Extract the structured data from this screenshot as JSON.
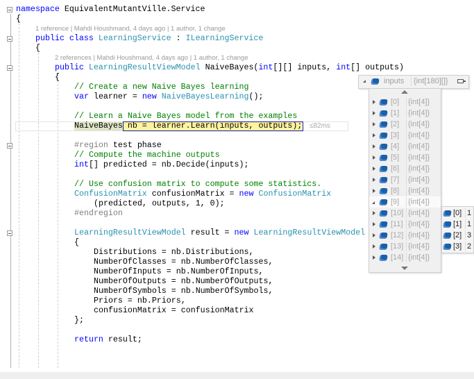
{
  "editor": {
    "lines": [
      {
        "kind": "code",
        "indent": 0,
        "fold": true,
        "tokens": [
          {
            "t": "namespace",
            "c": "kw"
          },
          {
            "t": " EquivalentMutantVille.Service"
          }
        ]
      },
      {
        "kind": "code",
        "indent": 0,
        "tokens": [
          {
            "t": "{"
          }
        ]
      },
      {
        "kind": "lens",
        "indent": 1,
        "text": "1 reference | Mahdi Houshmand, 4 days ago | 1 author, 1 change"
      },
      {
        "kind": "code",
        "indent": 1,
        "fold": true,
        "tokens": [
          {
            "t": "public",
            "c": "kw"
          },
          {
            "t": " "
          },
          {
            "t": "class",
            "c": "kw"
          },
          {
            "t": " "
          },
          {
            "t": "LearningService",
            "c": "ty"
          },
          {
            "t": " : "
          },
          {
            "t": "ILearningService",
            "c": "ty"
          }
        ]
      },
      {
        "kind": "code",
        "indent": 1,
        "tokens": [
          {
            "t": "{"
          }
        ]
      },
      {
        "kind": "lens",
        "indent": 2,
        "text": "2 references | Mahdi Houshmand, 4 days ago | 1 author, 1 change"
      },
      {
        "kind": "code",
        "indent": 2,
        "fold": true,
        "tokens": [
          {
            "t": "public",
            "c": "kw"
          },
          {
            "t": " "
          },
          {
            "t": "LearningResultViewModel",
            "c": "ty"
          },
          {
            "t": " NaiveBayes("
          },
          {
            "t": "int",
            "c": "kw"
          },
          {
            "t": "[][] inputs, "
          },
          {
            "t": "int",
            "c": "kw"
          },
          {
            "t": "[] outputs)"
          }
        ]
      },
      {
        "kind": "code",
        "indent": 2,
        "tokens": [
          {
            "t": "{"
          }
        ]
      },
      {
        "kind": "code",
        "indent": 3,
        "tokens": [
          {
            "t": "// Create a new Naive Bayes learning",
            "c": "cm"
          }
        ]
      },
      {
        "kind": "code",
        "indent": 3,
        "tokens": [
          {
            "t": "var",
            "c": "kw"
          },
          {
            "t": " learner = "
          },
          {
            "t": "new",
            "c": "kw"
          },
          {
            "t": " "
          },
          {
            "t": "NaiveBayesLearning",
            "c": "ty"
          },
          {
            "t": "();"
          }
        ]
      },
      {
        "kind": "code",
        "indent": 3,
        "tokens": []
      },
      {
        "kind": "code",
        "indent": 3,
        "tokens": [
          {
            "t": "// Learn a Naive Bayes model from the examples",
            "c": "cm"
          }
        ]
      },
      {
        "kind": "code",
        "indent": 3,
        "current": true,
        "perf": "≤82ms",
        "tokens": [
          {
            "t": "NaiveBayes",
            "c": "hl-a"
          },
          {
            "t": " nb = learner.Learn(inputs, outputs);",
            "c": "hl-b"
          }
        ]
      },
      {
        "kind": "code",
        "indent": 3,
        "tokens": []
      },
      {
        "kind": "code",
        "indent": 3,
        "fold": true,
        "tokens": [
          {
            "t": "#region",
            "c": "pp"
          },
          {
            "t": " test phase"
          }
        ]
      },
      {
        "kind": "code",
        "indent": 3,
        "tokens": [
          {
            "t": "// Compute the machine outputs",
            "c": "cm"
          }
        ]
      },
      {
        "kind": "code",
        "indent": 3,
        "tokens": [
          {
            "t": "int",
            "c": "kw"
          },
          {
            "t": "[] predicted = nb.Decide(inputs);"
          }
        ]
      },
      {
        "kind": "code",
        "indent": 3,
        "tokens": []
      },
      {
        "kind": "code",
        "indent": 3,
        "tokens": [
          {
            "t": "// Use confusion matrix to compute some statistics.",
            "c": "cm"
          }
        ]
      },
      {
        "kind": "code",
        "indent": 3,
        "tokens": [
          {
            "t": "ConfusionMatrix",
            "c": "ty"
          },
          {
            "t": " confusionMatrix = "
          },
          {
            "t": "new",
            "c": "kw"
          },
          {
            "t": " "
          },
          {
            "t": "ConfusionMatrix",
            "c": "ty"
          },
          {
            "t": "(predicted, outputs, 1, 0);"
          }
        ]
      },
      {
        "kind": "code",
        "indent": 3,
        "tokens": [
          {
            "t": "#endregion",
            "c": "pp"
          }
        ]
      },
      {
        "kind": "code",
        "indent": 3,
        "tokens": []
      },
      {
        "kind": "code",
        "indent": 3,
        "fold": true,
        "tokens": [
          {
            "t": "LearningResultViewModel",
            "c": "ty"
          },
          {
            "t": " result = "
          },
          {
            "t": "new",
            "c": "kw"
          },
          {
            "t": " "
          },
          {
            "t": "LearningResultViewModel",
            "c": "ty"
          }
        ]
      },
      {
        "kind": "code",
        "indent": 3,
        "tokens": [
          {
            "t": "{"
          }
        ]
      },
      {
        "kind": "code",
        "indent": 4,
        "tokens": [
          {
            "t": "Distributions = nb.Distributions,"
          }
        ]
      },
      {
        "kind": "code",
        "indent": 4,
        "tokens": [
          {
            "t": "NumberOfClasses = nb.NumberOfClasses,"
          }
        ]
      },
      {
        "kind": "code",
        "indent": 4,
        "tokens": [
          {
            "t": "NumberOfInputs = nb.NumberOfInputs,"
          }
        ]
      },
      {
        "kind": "code",
        "indent": 4,
        "tokens": [
          {
            "t": "NumberOfOutputs = nb.NumberOfOutputs,"
          }
        ]
      },
      {
        "kind": "code",
        "indent": 4,
        "tokens": [
          {
            "t": "NumberOfSymbols = nb.NumberOfSymbols,"
          }
        ]
      },
      {
        "kind": "code",
        "indent": 4,
        "tokens": [
          {
            "t": "Priors = nb.Priors,"
          }
        ]
      },
      {
        "kind": "code",
        "indent": 4,
        "tokens": [
          {
            "t": "confusionMatrix = confusionMatrix"
          }
        ]
      },
      {
        "kind": "code",
        "indent": 3,
        "tokens": [
          {
            "t": "};"
          }
        ]
      },
      {
        "kind": "code",
        "indent": 3,
        "tokens": []
      },
      {
        "kind": "code",
        "indent": 3,
        "tokens": [
          {
            "t": "return",
            "c": "kw"
          },
          {
            "t": " result;"
          }
        ]
      }
    ]
  },
  "datatip": {
    "name": "inputs",
    "value": "{int[180][]}",
    "items": [
      {
        "name": "[0]",
        "value": "{int[4]}"
      },
      {
        "name": "[1]",
        "value": "{int[4]}"
      },
      {
        "name": "[2]",
        "value": "{int[4]}"
      },
      {
        "name": "[3]",
        "value": "{int[4]}"
      },
      {
        "name": "[4]",
        "value": "{int[4]}"
      },
      {
        "name": "[5]",
        "value": "{int[4]}"
      },
      {
        "name": "[6]",
        "value": "{int[4]}"
      },
      {
        "name": "[7]",
        "value": "{int[4]}"
      },
      {
        "name": "[8]",
        "value": "{int[4]}"
      },
      {
        "name": "[9]",
        "value": "{int[4]}",
        "expanded": true
      },
      {
        "name": "[10]",
        "value": "{int[4]}"
      },
      {
        "name": "[11]",
        "value": "{int[4]}"
      },
      {
        "name": "[12]",
        "value": "{int[4]}"
      },
      {
        "name": "[13]",
        "value": "{int[4]}"
      },
      {
        "name": "[14]",
        "value": "{int[4]}"
      }
    ],
    "subitems": [
      {
        "name": "[0]",
        "value": "1"
      },
      {
        "name": "[1]",
        "value": "1"
      },
      {
        "name": "[2]",
        "value": "3"
      },
      {
        "name": "[3]",
        "value": "2"
      }
    ]
  }
}
